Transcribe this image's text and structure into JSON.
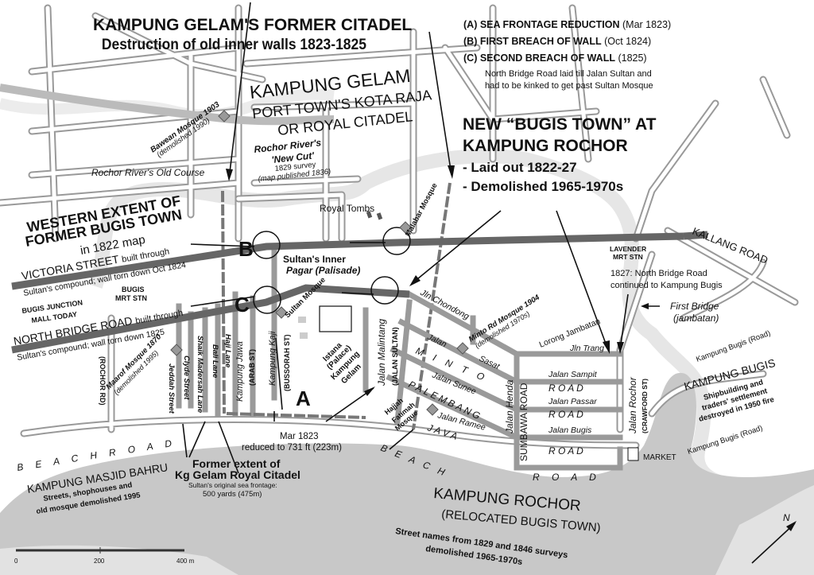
{
  "titles": {
    "citadel_title": "KAMPUNG GELAM'S FORMER CITADEL",
    "citadel_sub": "Destruction of old inner walls 1823-1825",
    "kg_gelam": "KAMPUNG GELAM",
    "kg_gelam_sub1": "PORT TOWN'S KOTA RAJA",
    "kg_gelam_sub2": "OR ROYAL CITADEL",
    "bugis_town1": "NEW “BUGIS TOWN” AT",
    "bugis_town2": "KAMPUNG ROCHOR",
    "bugis_town3": "- Laid out 1822-27",
    "bugis_town4": "- Demolished 1965-1970s"
  },
  "legend": {
    "a": "(A) SEA FRONTAGE REDUCTION",
    "a_date": "(Mar 1823)",
    "b": "(B) FIRST BREACH OF WALL",
    "b_date": "(Oct 1824)",
    "c": "(C) SECOND BREACH OF WALL",
    "c_date": "(1825)",
    "note1": "North Bridge Road laid till Jalan Sultan and",
    "note2": "had to be kinked to get past Sultan Mosque"
  },
  "markers": {
    "a": "A",
    "b": "B",
    "c": "C"
  },
  "labels": {
    "bawean": "Bawean Mosque 1903",
    "bawean_demo": "(demolished 1990)",
    "old_course": "Rochor River's Old Course",
    "new_cut1": "Rochor River's",
    "new_cut2": "'New Cut'",
    "new_cut3": "1829 survey",
    "new_cut4": "(map published 1836)",
    "royal_tombs": "Royal Tombs",
    "malabar": "Malabar Mosque",
    "western1": "WESTERN EXTENT OF",
    "western2": "FORMER BUGIS TOWN",
    "western3": "in 1822 map",
    "victoria": "VICTORIA STREET",
    "victoria_note": "built through",
    "victoria_note2": "Sultan's compound; wall torn down Oct 1824",
    "pagar1": "Sultan's Inner",
    "pagar2": "Pagar (Palisade)",
    "lavender": "LAVENDER",
    "lavender2": "MRT STN",
    "kallang": "KALLANG ROAD",
    "nbr_1827_1": "1827: North Bridge Road",
    "nbr_1827_2": "continued to Kampung Bugis",
    "first_bridge1": "First Bridge",
    "first_bridge2": "(jambatan)",
    "bugis_mrt1": "BUGIS",
    "bugis_mrt2": "MRT STN",
    "bugis_junction1": "BUGIS JUNCTION",
    "bugis_junction2": "MALL TODAY",
    "nbr": "NORTH BRIDGE ROAD",
    "nbr_note": "built through",
    "nbr_note2": "Sultan's compound; wall torn down 1825",
    "sultan_mosque": "Sultan Mosque",
    "jln_chondong": "Jln Chondong",
    "minto_mosque": "Minto Rd Mosque 1904",
    "minto_demo": "(demolished 1970s)",
    "lorong_jambatan": "Lorong Jambatan",
    "jln_trang": "Jln Trang",
    "rochor_rd": "(ROCHOR RD)",
    "maarof": "Maarof Mosque 1870",
    "maarof_demo": "(demolished 1995)",
    "jeddah": "Jeddah Street",
    "clyde": "Clyde Street",
    "shaik": "Shaik Madersah Lane",
    "bali": "Bali Lane",
    "haji": "Haji Lane",
    "kampung_jawa": "Kampung Jawa",
    "arab_st": "(ARAB ST)",
    "kampung_kaji": "Kampung Kaji",
    "bussorah": "(BUSSORAH ST)",
    "istana1": "Istana",
    "istana2": "(Palace)",
    "istana3": "Kampung",
    "istana4": "Gelam",
    "malintang": "Jalan Malintang",
    "jalan_sultan": "(JALAN SULTAN)",
    "jalan_sasat1": "Jalan",
    "jalan_sasat2": "Sasat",
    "minto": "M I N T O",
    "jalan_sunee": "Jalan Sunee",
    "palembang": "PALEMBANG",
    "hajjah1": "Hajjah",
    "hajjah2": "Fatimah",
    "hajjah3": "Mosque",
    "jalan_ramee": "Jalan Ramee",
    "java": "J A V A",
    "jalan_henda": "Jalan Henda",
    "sumbawa": "SUMBAWA ROAD",
    "jalan_sampit": "Jalan Sampit",
    "road1": "R O A D",
    "jalan_passar": "Jalan Passar",
    "road2": "R O A D",
    "jalan_bugis": "Jalan Bugis",
    "road3": "R O A D",
    "jalan_rochor": "Jalan Rochor",
    "crawford": "(CRAWFORD ST)",
    "market": "MARKET",
    "kampung_bugis_road1": "Kampung   Bugis  (Road)",
    "kampung_bugis_road2": "Kampung   Bugis  (Road)",
    "kampung_bugis": "KAMPUNG BUGIS",
    "kampung_bugis_sub1": "Shipbuilding and",
    "kampung_bugis_sub2": "traders' settlement",
    "kampung_bugis_sub3": "destroyed in 1950 fire",
    "beach_road_w": "B E A C H      R O A D",
    "beach_road_e": "B E A C H",
    "beach_road_e2": "R O A D",
    "mar1823_1": "Mar 1823",
    "mar1823_2": "reduced  to 731 ft (223m)",
    "masjid_bahru": "KAMPUNG MASJID BAHRU",
    "masjid_bahru_sub1": "Streets, shophouses and",
    "masjid_bahru_sub2": "old mosque demolished 1995",
    "former_extent1": "Former extent of",
    "former_extent2": "Kg Gelam Royal Citadel",
    "former_extent3": "Sultan's original sea frontage:",
    "former_extent4": "500 yards (475m)",
    "kampung_rochor": "KAMPUNG ROCHOR",
    "kampung_rochor2": "(RELOCATED BUGIS TOWN)",
    "kampung_rochor3": "Street names from 1829 and 1846 surveys",
    "kampung_rochor4": "demolished 1965-1970s",
    "north": "N"
  },
  "scale": {
    "t0": "0",
    "t1": "200",
    "t2": "400 m"
  },
  "colors": {
    "sea": "#c8c8c8",
    "road": "#999999",
    "main_road": "#666666"
  }
}
